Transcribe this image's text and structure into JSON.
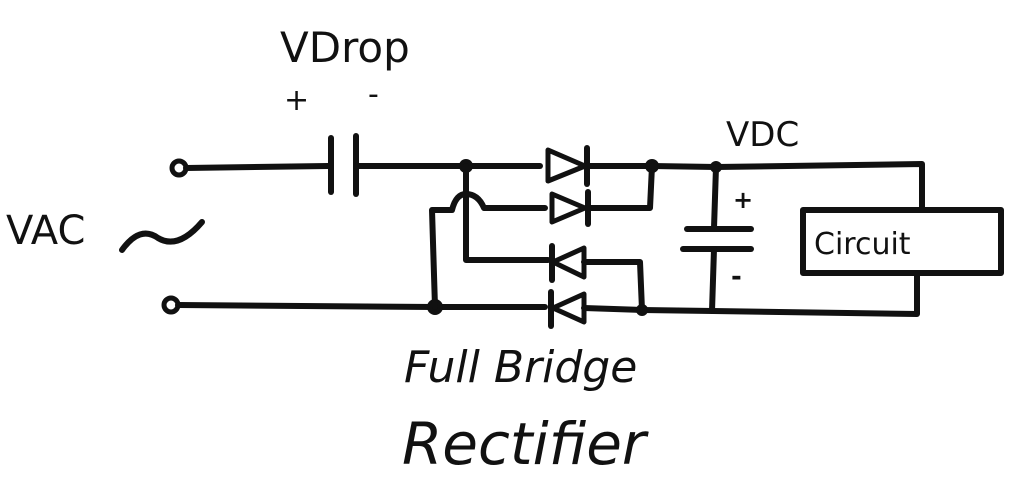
{
  "diagram": {
    "title": "Full Bridge Rectifier",
    "labels": {
      "vdrop": "VDrop",
      "vdrop_plus": "+",
      "vdrop_minus": "-",
      "vac": "VAC",
      "vac_symbol": "~",
      "vdc": "VDC",
      "cap_plus": "+",
      "cap_minus": "-",
      "circuit": "Circuit",
      "caption_line1": "Full Bridge",
      "caption_line2": "Rectifier"
    },
    "components": [
      {
        "id": "ac-source",
        "type": "ac-input",
        "label": "VAC"
      },
      {
        "id": "series-capacitor",
        "type": "capacitor",
        "label": "VDrop"
      },
      {
        "id": "diode-1",
        "type": "diode",
        "direction": "right"
      },
      {
        "id": "diode-2",
        "type": "diode",
        "direction": "right"
      },
      {
        "id": "diode-3",
        "type": "diode",
        "direction": "left"
      },
      {
        "id": "diode-4",
        "type": "diode",
        "direction": "left"
      },
      {
        "id": "filter-capacitor",
        "type": "polarized-capacitor",
        "label": "VDC"
      },
      {
        "id": "load",
        "type": "block",
        "label": "Circuit"
      }
    ]
  }
}
